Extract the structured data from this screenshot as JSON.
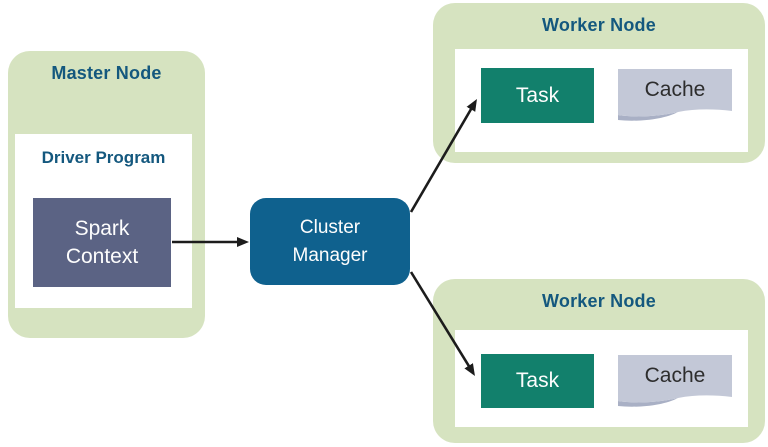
{
  "diagram": {
    "colors": {
      "canvas_bg": "#ffffff",
      "node_fill": "#d6e3c0",
      "title_text": "#14587e",
      "inner_fill": "#ffffff",
      "spark_fill": "#5b6384",
      "cluster_fill": "#0f618e",
      "task_fill": "#12806c",
      "cache_fill": "#c3c8d7",
      "cache_fold": "#a9b0c5",
      "cache_text": "#2d2d2d",
      "light_text": "#fdfdfd",
      "arrow": "#1c1c1c"
    },
    "master_node": {
      "title": "Master Node",
      "driver_program": {
        "title": "Driver Program",
        "spark_context": {
          "line1": "Spark",
          "line2": "Context"
        }
      }
    },
    "cluster_manager": {
      "line1": "Cluster",
      "line2": "Manager"
    },
    "worker_nodes": [
      {
        "title": "Worker Node",
        "task": "Task",
        "cache": "Cache"
      },
      {
        "title": "Worker Node",
        "task": "Task",
        "cache": "Cache"
      }
    ],
    "connections": [
      {
        "from": "Spark Context",
        "to": "Cluster Manager"
      },
      {
        "from": "Cluster Manager",
        "to": "Worker Node 1 Task"
      },
      {
        "from": "Cluster Manager",
        "to": "Worker Node 2 Task"
      }
    ]
  }
}
